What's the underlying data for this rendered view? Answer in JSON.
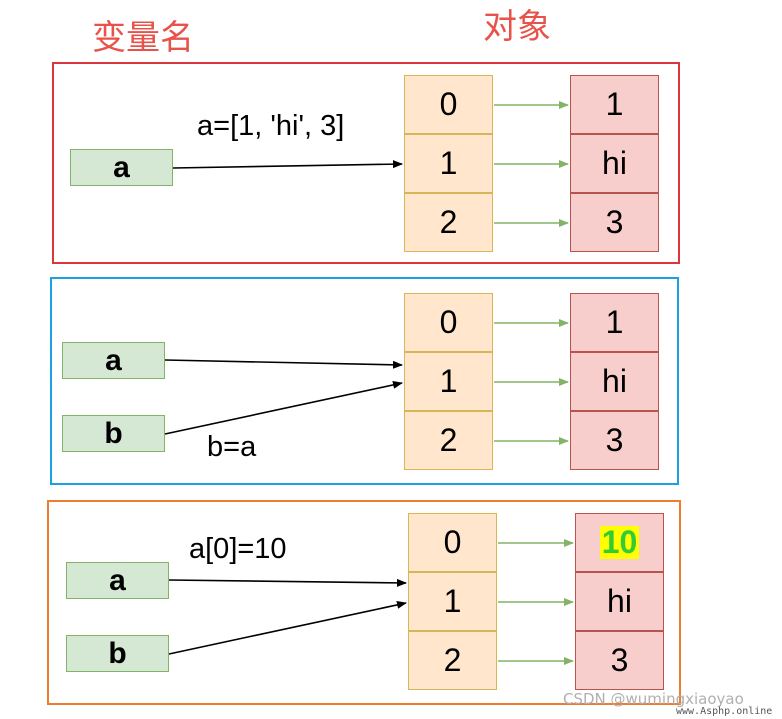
{
  "headings": {
    "variable": "变量名",
    "object": "对象"
  },
  "panel1": {
    "border_color": "#d9363e",
    "code": "a=[1, 'hi', 3]",
    "vars": [
      "a"
    ],
    "indices": [
      "0",
      "1",
      "2"
    ],
    "values": [
      "1",
      "hi",
      "3"
    ]
  },
  "panel2": {
    "border_color": "#1ba1e2",
    "code": "b=a",
    "vars": [
      "a",
      "b"
    ],
    "indices": [
      "0",
      "1",
      "2"
    ],
    "values": [
      "1",
      "hi",
      "3"
    ]
  },
  "panel3": {
    "border_color": "#ed7d31",
    "code": "a[0]=10",
    "vars": [
      "a",
      "b"
    ],
    "indices": [
      "0",
      "1",
      "2"
    ],
    "values": [
      "10",
      "hi",
      "3"
    ],
    "highlight_color": "#ffff00",
    "highlight_text_color": "#33cc33"
  },
  "colors": {
    "var_fill": "#d5e8d4",
    "index_fill": "#ffe6cc",
    "value_fill": "#f8cecc",
    "ref_arrow": "#82b366",
    "pointer_arrow": "#000000"
  },
  "watermark": {
    "csdn": "CSDN @wumingxiaoyao",
    "site": "www.Asphp.online"
  }
}
